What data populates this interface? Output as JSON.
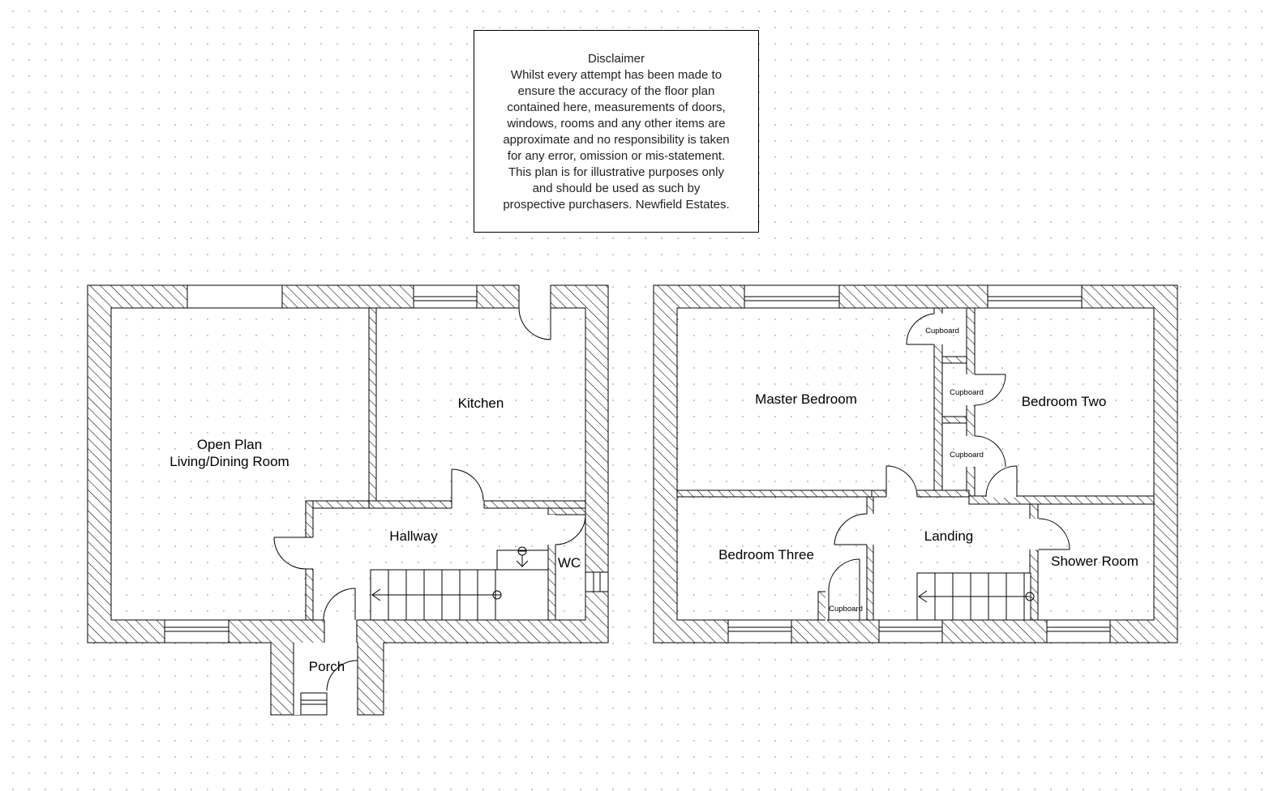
{
  "disclaimer": {
    "title": "Disclaimer",
    "lines": [
      "Whilst every attempt has been made to",
      "ensure the accuracy of the floor plan",
      "contained here, measurements of doors,",
      "windows, rooms and any other items are",
      "approximate and no responsibility is taken",
      "for any error, omission or mis-statement.",
      "This plan is for illustrative purposes only",
      "and should be used as such by",
      "prospective purchasers. Newfield Estates."
    ]
  },
  "ground_floor": {
    "open_plan_line1": "Open Plan",
    "open_plan_line2": "Living/Dining Room",
    "kitchen": "Kitchen",
    "hallway": "Hallway",
    "wc": "WC",
    "porch": "Porch"
  },
  "first_floor": {
    "master_bedroom": "Master Bedroom",
    "bedroom_two": "Bedroom Two",
    "bedroom_three": "Bedroom Three",
    "landing": "Landing",
    "shower_room": "Shower Room",
    "cupboard": "Cupboard"
  }
}
